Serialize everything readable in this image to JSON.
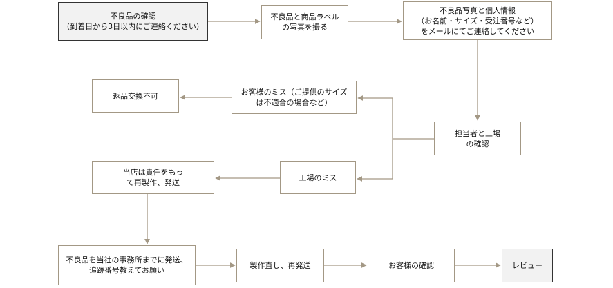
{
  "colors": {
    "box_border": "#a39885",
    "arrow": "#a39885",
    "dark_border": "#333333",
    "dark_fill": "#f2f2f2"
  },
  "nodes": {
    "confirm_defect": [
      "不良品の確認",
      "（到着日から3日以内にご連絡ください）"
    ],
    "photo": [
      "不良品と商品ラベル",
      "の写真を撮る"
    ],
    "email": [
      "不良品写真と個人情報",
      "（お名前・サイズ・受注番号など）",
      "をメールにてご連絡してください"
    ],
    "factory_check": [
      "担当者と工場",
      "の確認"
    ],
    "customer_error": [
      "お客様のミス（ご提供のサイズ",
      "は不適合の場合など）"
    ],
    "no_return": [
      "返品交換不可"
    ],
    "factory_error": [
      "工場のミス"
    ],
    "remake": [
      "当店は責任をもっ",
      "て再製作、発送"
    ],
    "send_back": [
      "不良品を当社の事務所までに発送、",
      "追跡番号教えてお願い"
    ],
    "remake_ship": [
      "製作直し、再発送"
    ],
    "customer_confirm": [
      "お客様の確認"
    ],
    "review": [
      "レビュー"
    ]
  }
}
